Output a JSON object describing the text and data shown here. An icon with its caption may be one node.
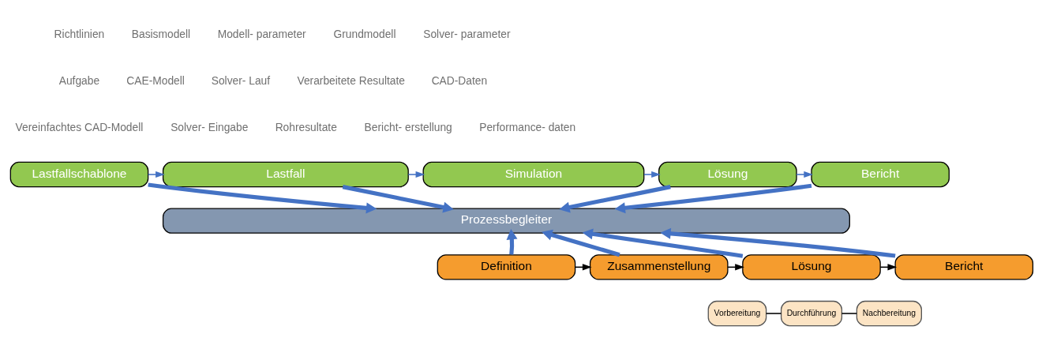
{
  "diagram": {
    "nodes": [
      {
        "text": [
          "Lastfallschablone"
        ]
      },
      {
        "text": [
          "Lastfall"
        ]
      },
      {
        "text": [
          "Simulation"
        ]
      },
      {
        "text": [
          "Lösung"
        ]
      },
      {
        "text": [
          "Bericht"
        ]
      },
      {
        "text": [
          "Prozessbegleiter"
        ]
      },
      {
        "text": [
          "Definition"
        ]
      },
      {
        "text": [
          "Zusammenstellung"
        ]
      },
      {
        "text": [
          "Lösung"
        ]
      },
      {
        "text": [
          "Vorbereitung"
        ]
      },
      {
        "text": [
          "Durchführung"
        ]
      },
      {
        "text": [
          "Nachbereitung"
        ]
      },
      {
        "text": [
          "Bericht"
        ]
      }
    ],
    "edges": [
      {
        "from": 0,
        "to": 1,
        "arrow": "to"
      },
      {
        "from": 1,
        "to": 2,
        "arrow": "to"
      },
      {
        "from": 2,
        "to": 3,
        "arrow": "to"
      },
      {
        "from": 3,
        "to": 4,
        "arrow": "to"
      },
      {
        "from": 0,
        "to": 5,
        "arrow": "to",
        "style": "thick"
      },
      {
        "from": 6,
        "to": 5,
        "arrow": "to",
        "style": "thick"
      },
      {
        "from": 1,
        "to": 5,
        "arrow": "to",
        "style": "thick"
      },
      {
        "from": 7,
        "to": 5,
        "arrow": "to",
        "style": "thick"
      },
      {
        "from": 3,
        "to": 5,
        "arrow": "to",
        "style": "thick"
      },
      {
        "from": 8,
        "to": 5,
        "arrow": "to",
        "style": "thick"
      },
      {
        "from": 4,
        "to": 5,
        "arrow": "to",
        "style": "thick"
      },
      {
        "from": 12,
        "to": 5,
        "arrow": "to",
        "style": "thick"
      },
      {
        "from": 6,
        "to": 7,
        "arrow": "to",
        "color": "#000000"
      },
      {
        "from": 7,
        "to": 8,
        "arrow": "to",
        "color": "#000000"
      },
      {
        "from": 8,
        "to": 12,
        "arrow": "to",
        "color": "#000000"
      },
      {
        "from": 9,
        "to": 10,
        "arrow": "none",
        "color": "#000000"
      },
      {
        "from": 10,
        "to": 11,
        "arrow": "none",
        "color": "#000000"
      }
    ],
    "labels": [
      "Richtlinien",
      "Basismodell",
      "Modell- parameter",
      "Grundmodell",
      "Solver- parameter",
      "Aufgabe",
      "CAE-Modell",
      "Solver- Lauf",
      "Verarbeitete Resultate",
      "CAD-Daten",
      "Vereinfachtes CAD-Modell",
      "Solver- Eingabe",
      "Rohresultate",
      "Bericht- erstellung",
      "Performance- daten"
    ]
  }
}
